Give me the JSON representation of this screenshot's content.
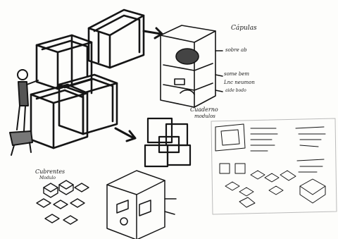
{
  "labels": {
    "title_top": "Cápulas",
    "note_mid": "sobre ab",
    "note_low_1": "some bem",
    "note_low_2": "Lnc neumon",
    "note_low_3": "aide bodo",
    "title_center": "Cuaderno",
    "title_center_2": "modulos",
    "title_left": "Cubrentes",
    "title_left_2": "Modulo"
  },
  "colors": {
    "ink": "#151515",
    "paper": "#fdfdfb"
  }
}
